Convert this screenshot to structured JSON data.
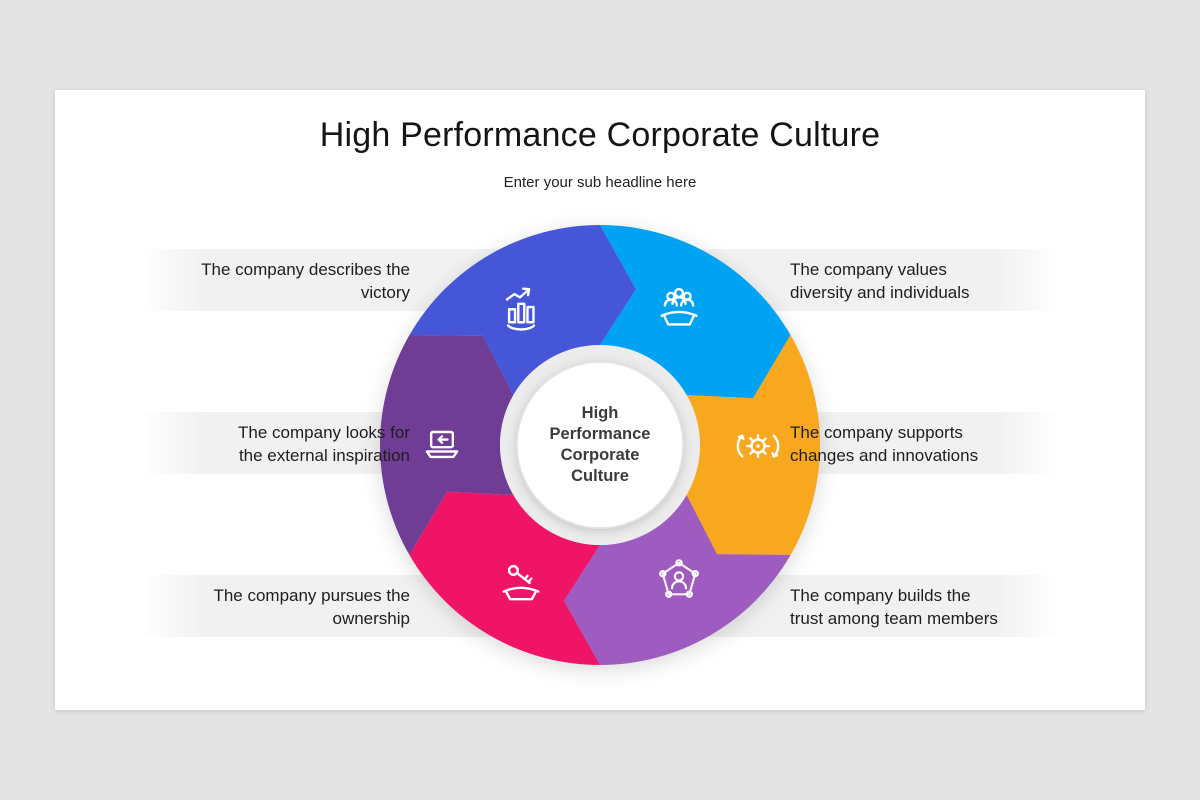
{
  "slide": {
    "title": "High Performance Corporate Culture",
    "subtitle": "Enter your sub headline here",
    "center_label": "High Performance Corporate Culture"
  },
  "wheel": {
    "segments": [
      {
        "id": "describes-victory",
        "color": "#4556d9",
        "icon": "growth-chart-icon"
      },
      {
        "id": "values-diversity",
        "color": "#00a2f3",
        "icon": "team-hand-icon"
      },
      {
        "id": "supports-changes",
        "color": "#f8a81e",
        "icon": "gear-innovation-icon"
      },
      {
        "id": "builds-trust",
        "color": "#9f5cc0",
        "icon": "network-people-icon"
      },
      {
        "id": "pursues-ownership",
        "color": "#f01466",
        "icon": "key-hand-icon"
      },
      {
        "id": "external-inspiration",
        "color": "#703d96",
        "icon": "laptop-icon"
      }
    ],
    "hub_ring_color": "#ececec",
    "hub_color": "#ffffff"
  },
  "labels": {
    "left": [
      {
        "text": "The company describes the\nvictory"
      },
      {
        "text": "The company looks for\nthe external inspiration"
      },
      {
        "text": "The company pursues the\nownership"
      }
    ],
    "right": [
      {
        "text": "The company values\ndiversity and individuals"
      },
      {
        "text": "The company supports\nchanges and innovations"
      },
      {
        "text": "The company builds the\ntrust among team members"
      }
    ]
  }
}
